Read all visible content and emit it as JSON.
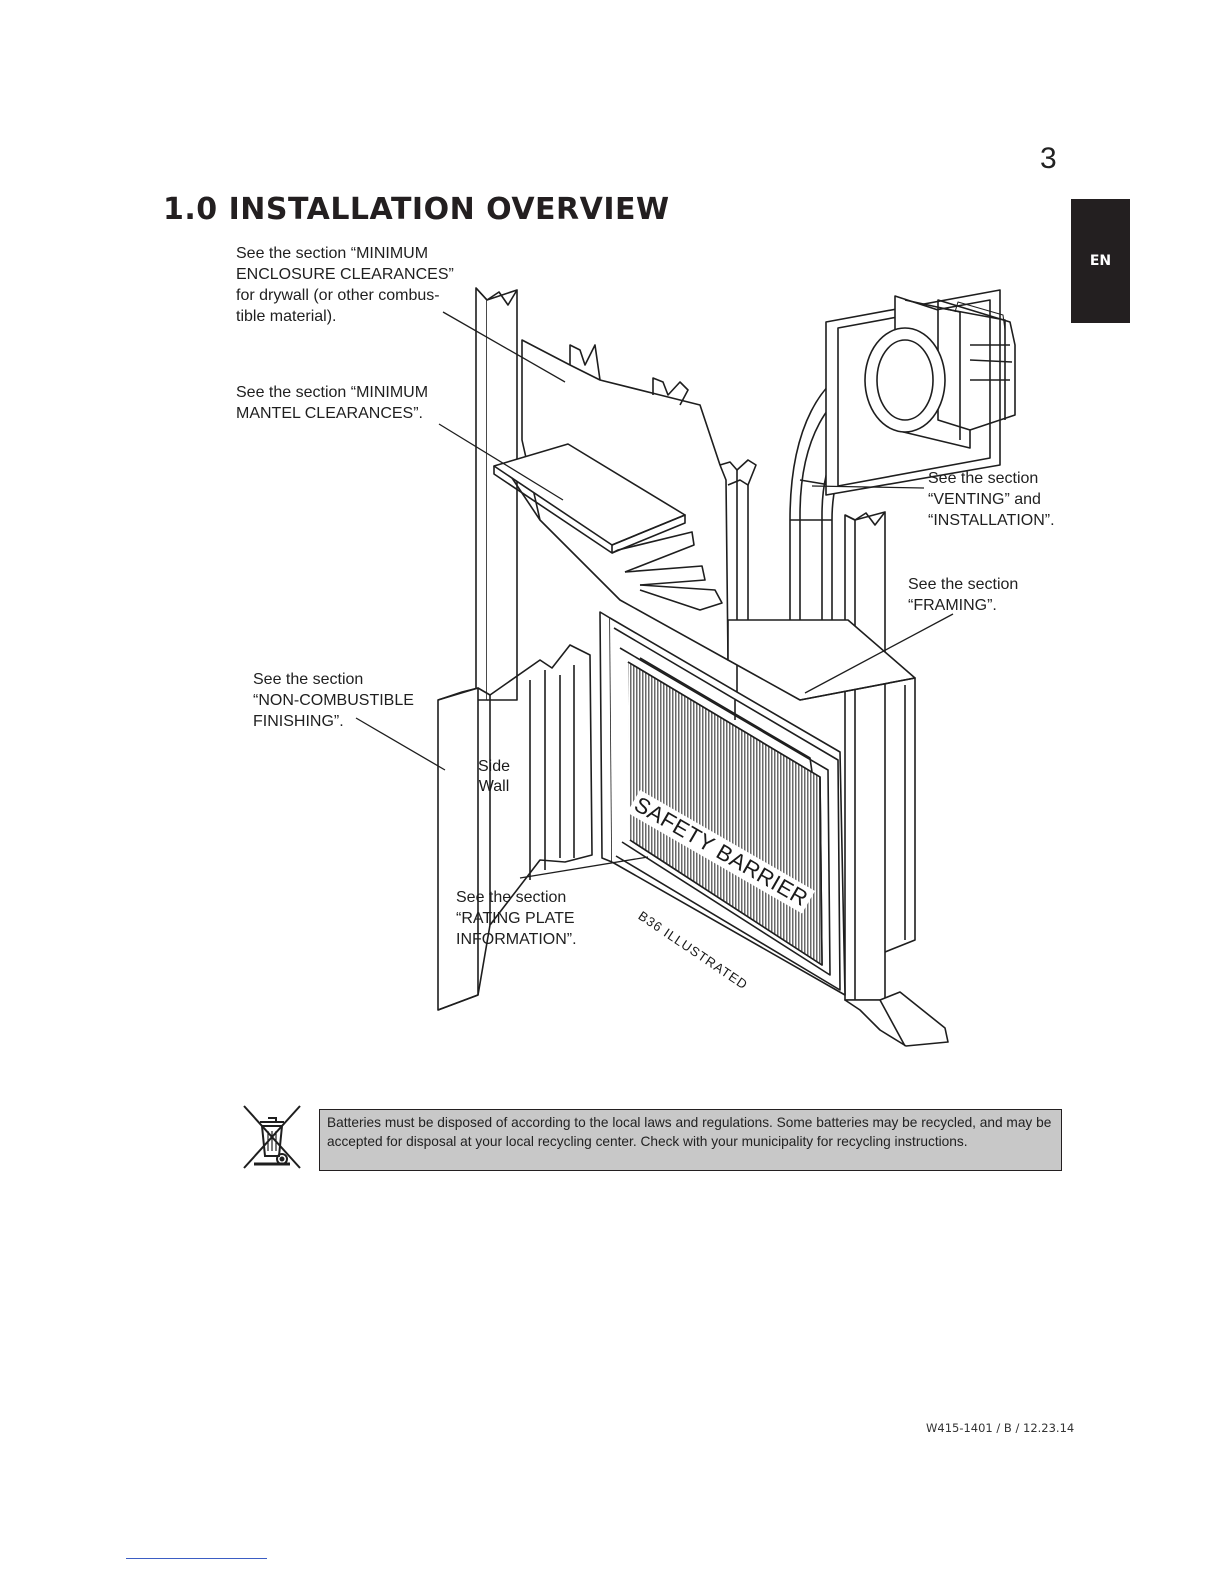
{
  "page": {
    "number": "3",
    "language_tab": "EN",
    "title": "1.0 INSTALLATION OVERVIEW",
    "document_code": "W415-1401 / B / 12.23.14"
  },
  "diagram": {
    "callouts": {
      "enclosure": "See the section “MINIMUM\nENCLOSURE CLEARANCES”\nfor drywall (or other combus-\ntible material).",
      "mantel": "See the section “MINIMUM\nMANTEL CLEARANCES”.",
      "venting": "See the section\n“VENTING” and\n“INSTALLATION”.",
      "framing": "See the section\n“FRAMING”.",
      "finishing": "See the section\n“NON-COMBUSTIBLE\nFINISHING”.",
      "rating_plate": "See the section\n“RATING PLATE\nINFORMATION”."
    },
    "labels": {
      "side_wall": "Side\nWall",
      "safety_barrier": "SAFETY BARRIER",
      "model": "B36 ILLUSTRATED"
    }
  },
  "notice": {
    "icon": "crossed-out-wheelie-bin-icon",
    "text": "Batteries must be disposed of according to the local laws and regulations. Some batteries may be recycled, and may be accepted for disposal at your local recycling center. Check with your municipality for recycling instructions."
  }
}
